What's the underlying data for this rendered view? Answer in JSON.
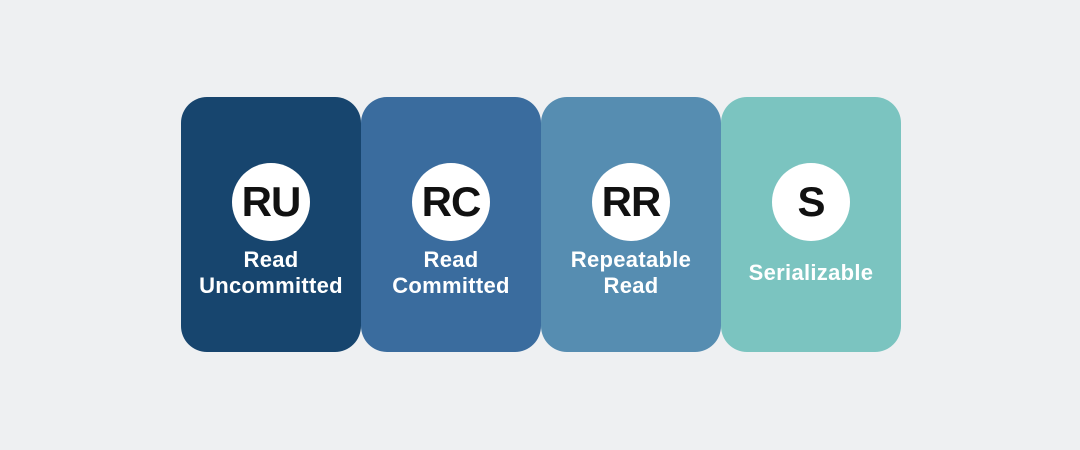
{
  "page": {
    "background_color": "#EEF0F2"
  },
  "diagram": {
    "topic": "transaction-isolation-levels",
    "styles": {
      "circle_background": "#FFFFFF",
      "abbr_text_color": "#111111",
      "label_text_color": "#FFFFFF"
    },
    "cards": [
      {
        "abbr": "RU",
        "label": "Read Uncommitted",
        "color": "#17456E"
      },
      {
        "abbr": "RC",
        "label": "Read Committed",
        "color": "#3A6C9E"
      },
      {
        "abbr": "RR",
        "label": "Repeatable Read",
        "color": "#568DB1"
      },
      {
        "abbr": "S",
        "label": "Serializable",
        "color": "#7BC4C0"
      }
    ]
  }
}
